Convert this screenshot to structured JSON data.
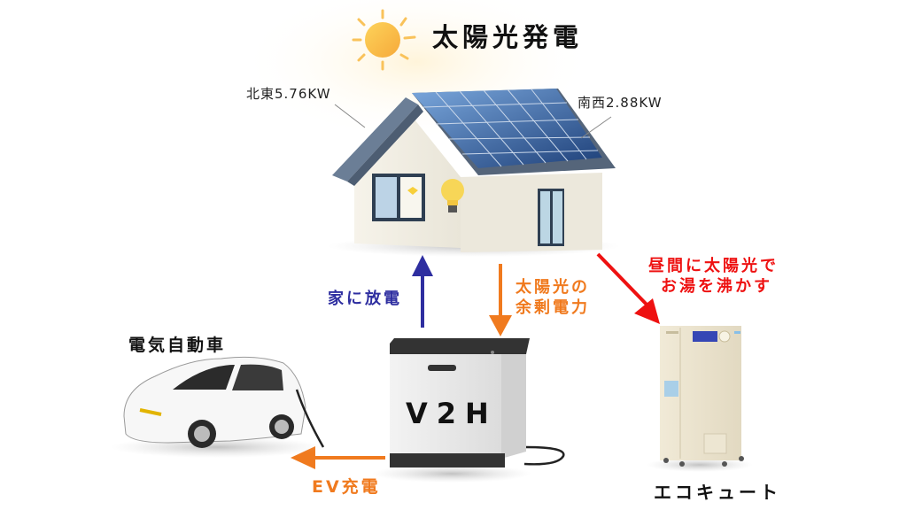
{
  "title": "太陽光発電",
  "solar": {
    "northeast_label": "北東5.76KW",
    "southwest_label": "南西2.88KW"
  },
  "flows": {
    "home_discharge": {
      "label": "家に放電",
      "color": "#2e2ea0"
    },
    "surplus": {
      "line1": "太陽光の",
      "line2": "余剰電力",
      "color": "#f07a1e"
    },
    "ecocute": {
      "line1": "昼間に太陽光で",
      "line2": "お湯を沸かす",
      "color": "#ee1111"
    },
    "ev_charge": {
      "label": "EV充電",
      "color": "#f07a1e"
    }
  },
  "devices": {
    "ev": {
      "label": "電気自動車"
    },
    "v2h": {
      "label": "V2H"
    },
    "ecocute": {
      "label": "エコキュート"
    }
  },
  "colors": {
    "sun": "#f9b93c",
    "panel": "#2f5c9a",
    "house_wall": "#f4f1e6",
    "roof": "#5a6b80"
  }
}
